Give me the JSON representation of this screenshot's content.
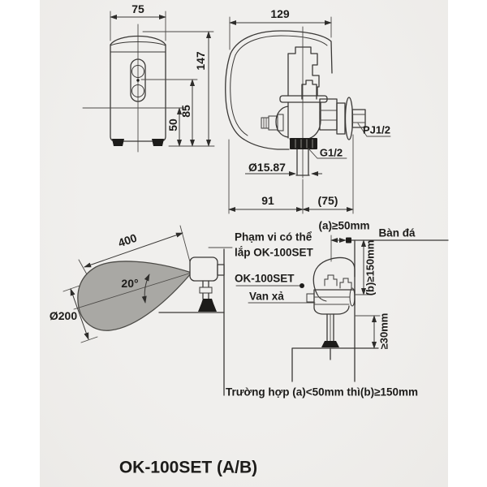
{
  "colors": {
    "photo_background": "#f0efed",
    "line": "#3a3836",
    "ink": "#1d1c1a",
    "cone_fill": "#a9a8a4"
  },
  "title": "OK-100SET (A/B)",
  "front_view": {
    "dim_width": "75",
    "dim_height": "147",
    "dim_sensor_height": "85",
    "dim_lower_height": "50"
  },
  "side_view": {
    "dim_width": "129",
    "thread_wall": "PJ1/2",
    "thread_inlet": "G1/2",
    "dim_pipe_dia": "Ø15.87",
    "dim_depth": "91",
    "dim_wall": "(75)"
  },
  "range_view": {
    "dim_length": "400",
    "dim_angle": "20°",
    "dim_diameter": "Ø200"
  },
  "install_view": {
    "label_range_line1": "Phạm vi có thể",
    "label_range_line2": "lắp OK-100SET",
    "label_unit": "OK-100SET",
    "label_flush_valve": "Van xả",
    "dim_clearance": "(a)≥50mm",
    "label_slab": "Bàn đá",
    "dim_height": "(b)≥150mm",
    "dim_pipe_exposed": "≥30mm",
    "note": "Trường hợp (a)<50mm thì(b)≥150mm"
  }
}
